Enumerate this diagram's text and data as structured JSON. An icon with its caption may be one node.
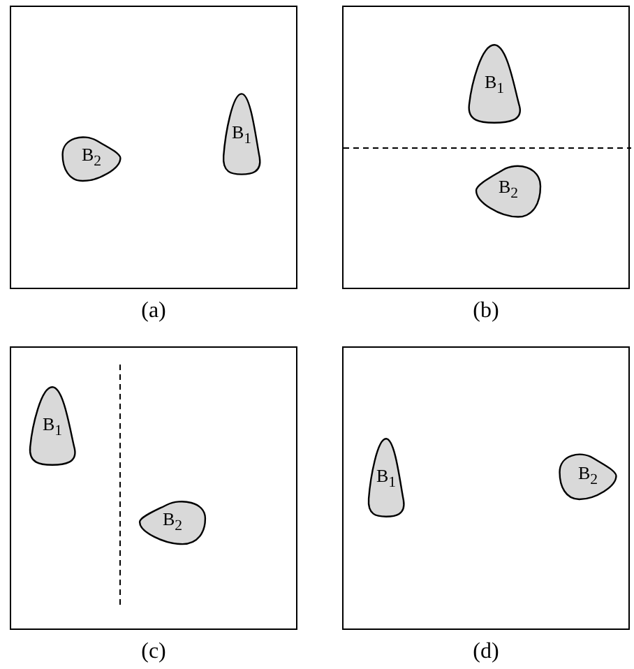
{
  "diagram": {
    "nodes": [
      {
        "text": [
          "(a)"
        ]
      },
      {
        "text": [
          "B$_{2}$"
        ],
        "in": 0
      },
      {
        "text": [
          "B$_{1}$"
        ],
        "in": 0
      },
      {
        "text": [
          "(b)"
        ]
      },
      {
        "text": [
          "B$_{1}$"
        ],
        "in": 3
      },
      {
        "text": [
          "B$_{2}$"
        ],
        "in": 3
      },
      {
        "text": [
          "(c)"
        ]
      },
      {
        "text": [
          "B$_{1}$"
        ],
        "in": 6
      },
      {
        "text": [
          "B$_{2}$"
        ],
        "in": 6
      },
      {
        "text": [
          "(d)"
        ]
      },
      {
        "text": [
          "B$_{1}$"
        ],
        "in": 9
      },
      {
        "text": [
          "B$_{2}$"
        ],
        "in": 9
      }
    ]
  }
}
